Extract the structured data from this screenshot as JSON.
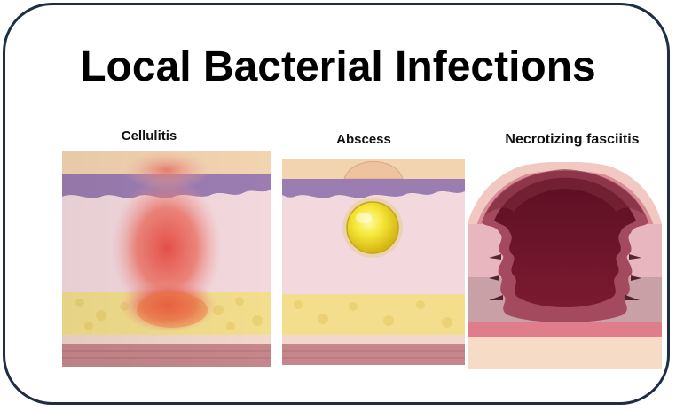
{
  "title": "Local Bacterial Infections",
  "labels": {
    "cellulitis": "Cellulitis",
    "abscess": "Abscess",
    "necrotizing": "Necrotizing fasciitis"
  },
  "colors": {
    "border": "#1f2d44",
    "epidermis": "#f1cfae",
    "dermis_band": "#9b7bb0",
    "dermis": "#f3d9dc",
    "fat": "#f2dc88",
    "muscle": "#c98a8f",
    "inflammation": "#e9554e",
    "pus": "#f5e23a",
    "necrosis": "#6e1a2b"
  }
}
